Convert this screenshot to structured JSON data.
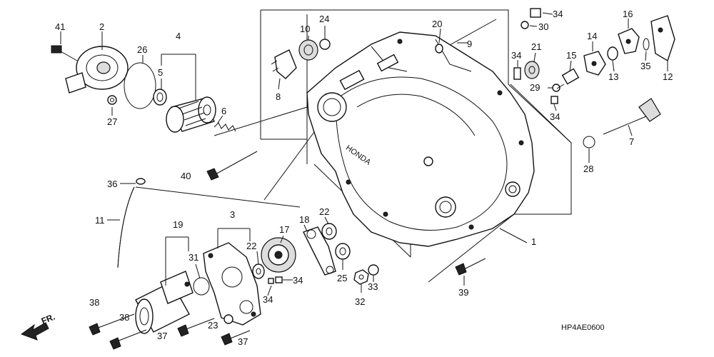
{
  "diagram": {
    "code": "HP4AE0600",
    "direction": "FR.",
    "callouts": [
      "41",
      "2",
      "26",
      "4",
      "5",
      "27",
      "6",
      "40",
      "36",
      "11",
      "19",
      "31",
      "3",
      "22",
      "17",
      "18",
      "22",
      "38",
      "38",
      "37",
      "23",
      "37",
      "34",
      "34",
      "25",
      "32",
      "33",
      "39",
      "1",
      "10",
      "24",
      "8",
      "20",
      "9",
      "34",
      "30",
      "34",
      "21",
      "29",
      "15",
      "14",
      "16",
      "13",
      "35",
      "12",
      "34",
      "7",
      "28"
    ]
  }
}
